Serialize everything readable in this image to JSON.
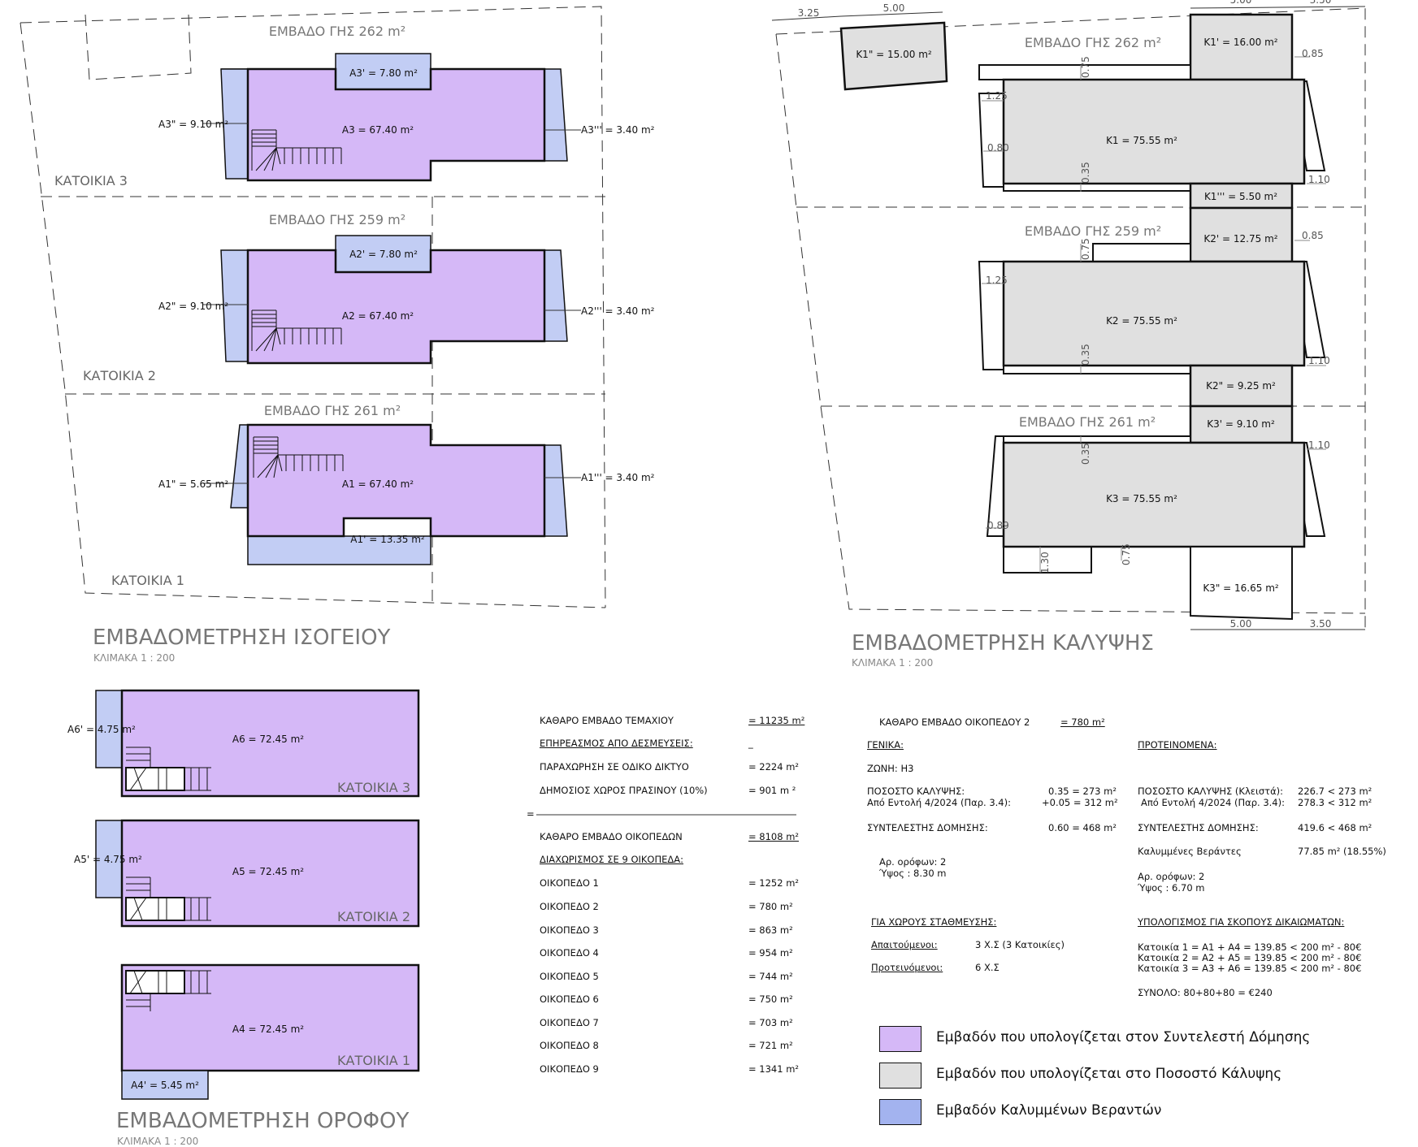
{
  "ground": {
    "title": "ΕΜΒΑΔΟΜΕΤΡΗΣΗ ΙΣΟΓΕΙΟΥ",
    "scale": "ΚΛΙΜΑΚΑ 1 : 200",
    "plots": [
      {
        "area": "ΕΜΒΑΔΟ ΓΗΣ 262 m²",
        "house": "ΚΑΤΟΙΚΙΑ 3",
        "main": "A3 = 67.40 m²",
        "top": "A3' = 7.80 m²",
        "left": "A3\" = 9.10 m²",
        "right": "A3''' = 3.40 m²"
      },
      {
        "area": "ΕΜΒΑΔΟ ΓΗΣ 259 m²",
        "house": "ΚΑΤΟΙΚΙΑ 2",
        "main": "A2 = 67.40 m²",
        "top": "A2' = 7.80 m²",
        "left": "A2\" = 9.10 m²",
        "right": "A2''' = 3.40 m²"
      },
      {
        "area": "ΕΜΒΑΔΟ ΓΗΣ 261 m²",
        "house": "ΚΑΤΟΙΚΙΑ 1",
        "main": "A1 = 67.40 m²",
        "bottom": "A1' = 13.35 m²",
        "left": "A1\" = 5.65 m²",
        "right": "A1''' = 3.40 m²"
      }
    ]
  },
  "coverage": {
    "title": "ΕΜΒΑΔΟΜΕΤΡΗΣΗ ΚΑΛΥΨΗΣ",
    "scale": "ΚΛΙΜΑΚΑ 1 : 200",
    "areas": [
      "ΕΜΒΑΔΟ ΓΗΣ 262 m²",
      "ΕΜΒΑΔΟ ΓΗΣ 259 m²",
      "ΕΜΒΑΔΟ ΓΗΣ 261 m²"
    ],
    "labels": {
      "k1dd": "K1\" = 15.00 m²",
      "k1d": "K1' = 16.00 m²",
      "k1": "K1 = 75.55 m²",
      "k1ddd": "K1''' = 5.50 m²",
      "k2d": "K2' = 12.75 m²",
      "k2": "K2 = 75.55 m²",
      "k2dd": "K2\" = 9.25 m²",
      "k3d": "K3' = 9.10 m²",
      "k3": "K3 = 75.55 m²",
      "k3dd": "K3\" = 16.65 m²"
    },
    "dims": {
      "d325": "3.25",
      "d500": "5.00",
      "d350": "3.50",
      "d085": "0.85",
      "d075": "0.75",
      "d125": "1.25",
      "d080": "0.80",
      "d035": "0.35",
      "d110": "1.10",
      "d089": "0.89",
      "d130": "1.30",
      "d075b": "0.75"
    }
  },
  "floor": {
    "title": "ΕΜΒΑΔΟΜΕΤΡΗΣΗ ΟΡΟΦΟΥ",
    "scale": "ΚΛΙΜΑΚΑ 1 : 200",
    "units": [
      {
        "main": "A6 = 72.45 m²",
        "side": "A6' = 4.75 m²",
        "house": "ΚΑΤΟΙΚΙΑ 3"
      },
      {
        "main": "A5 = 72.45 m²",
        "side": "A5' = 4.75 m²",
        "house": "ΚΑΤΟΙΚΙΑ 2"
      },
      {
        "main": "A4 = 72.45 m²",
        "side": "A4' = 5.45 m²",
        "house": "ΚΑΤΟΙΚΙΑ 1"
      }
    ]
  },
  "site_table": {
    "rows": [
      {
        "label": "ΚΑΘΑΡΟ ΕΜΒΑΔΟ ΤΕΜΑΧΙΟΥ",
        "value": "= 11235 m²"
      },
      {
        "label": "ΕΠΗΡΕΑΣΜΟΣ ΑΠΟ ΔΕΣΜΕΥΣΕΙΣ:",
        "value": "_"
      },
      {
        "label": "ΠΑΡΑΧΩΡΗΣΗ ΣΕ ΟΔΙΚΟ ΔΙΚΤΥΟ",
        "value": "= 2224 m²"
      },
      {
        "label": "ΔΗΜΟΣΙΟΣ ΧΩΡΟΣ ΠΡΑΣΙΝΟΥ (10%)",
        "value": "= 901 m ²"
      },
      {
        "label": "ΚΑΘΑΡΟ ΕΜΒΑΔΟ ΟΙΚΟΠΕΔΩΝ",
        "value": "= 8108 m²"
      },
      {
        "label": "ΔΙΑΧΩΡΙΣΜΟΣ ΣΕ 9 ΟΙΚΟΠΕΔΑ:",
        "value": ""
      },
      {
        "label": "ΟΙΚΟΠΕΔΟ 1",
        "value": "= 1252 m²"
      },
      {
        "label": "ΟΙΚΟΠΕΔΟ 2",
        "value": "= 780 m²"
      },
      {
        "label": "ΟΙΚΟΠΕΔΟ 3",
        "value": "= 863 m²"
      },
      {
        "label": "ΟΙΚΟΠΕΔΟ 4",
        "value": "= 954 m²"
      },
      {
        "label": "ΟΙΚΟΠΕΔΟ 5",
        "value": "= 744 m²"
      },
      {
        "label": "ΟΙΚΟΠΕΔΟ 6",
        "value": "= 750 m²"
      },
      {
        "label": "ΟΙΚΟΠΕΔΟ 7",
        "value": "= 703 m²"
      },
      {
        "label": "ΟΙΚΟΠΕΔΟ 8",
        "value": "= 721 m²"
      },
      {
        "label": "ΟΙΚΟΠΕΔΟ 9",
        "value": "= 1341 m²"
      }
    ],
    "equals": "="
  },
  "plot2": {
    "net_label": "ΚΑΘΑΡΟ ΕΜΒΑΔΟ ΟΙΚΟΠΕΔΟΥ 2",
    "net_value": "= 780 m²",
    "general": "ΓΕΝΙΚΑ:",
    "zone": "ΖΩΝΗ: Η3",
    "coverage_label": "ΠΟΣΟΣΤΟ ΚΑΛΥΨΗΣ:",
    "coverage_value": "0.35 = 273 m²",
    "coverage_sub_label": "Από Εντολή 4/2024 (Παρ. 3.4):",
    "coverage_sub_value": "+0.05 = 312 m²",
    "building_label": "ΣΥΝΤΕΛΕΣΤΗΣ ΔΟΜΗΣΗΣ:",
    "building_value": "0.60 = 468 m²",
    "floors": "Αρ. ορόφων: 2",
    "height": "Ύψος : 8.30 m",
    "parking_title": "ΓΙΑ ΧΩΡΟΥΣ ΣΤΑΘΜΕΥΣΗΣ:",
    "required_label": "Απαιτούμενοι:",
    "required_value": "3 Χ.Σ (3 Κατοικίες)",
    "proposed_label": "Προτεινόμενοι:",
    "proposed_value": "6 Χ.Σ"
  },
  "proposed": {
    "title": "ΠΡΟΤΕΙΝΟΜΕΝΑ:",
    "coverage_label": "ΠΟΣΟΣΤΟ ΚΑΛΥΨΗΣ (Κλειστά):",
    "coverage_value": "226.7 < 273 m²",
    "coverage_sub_label": "Από Εντολή 4/2024 (Παρ. 3.4):",
    "coverage_sub_value": "278.3 < 312 m²",
    "building_label": "ΣΥΝΤΕΛΕΣΤΗΣ ΔΟΜΗΣΗΣ:",
    "building_value": "419.6 < 468 m²",
    "verandas_label": "Καλυμμένες Βεράντες",
    "verandas_value": "77.85 m² (18.55%)",
    "floors": "Αρ. ορόφων: 2",
    "height": "Ύψος : 6.70 m",
    "fees_title": "ΥΠΟΛΟΓΙΣΜΟΣ ΓΙΑ ΣΚΟΠΟΥΣ ΔΙΚΑΙΩΜΑΤΩΝ:",
    "fees": [
      "Κατοικία 1 = A1 + A4 = 139.85 < 200 m² - 80€",
      "Κατοικία 2 = A2 + A5 = 139.85 < 200 m² - 80€",
      "Κατοικία 3 = A3 + A6 = 139.85 < 200 m² - 80€"
    ],
    "total": "ΣΥΝΟΛΟ: 80+80+80 = €240"
  },
  "legend": [
    {
      "text": "Εμβαδόν που υπολογίζεται στον Συντελεστή Δόμησης",
      "color": "#d5b8f7"
    },
    {
      "text": "Εμβαδόν που υπολογίζεται στο Ποσοστό Κάλυψης",
      "color": "#e0e0e0"
    },
    {
      "text": "Εμβαδόν Καλυμμένων Βεραντών",
      "color": "#a3b3ef"
    }
  ]
}
